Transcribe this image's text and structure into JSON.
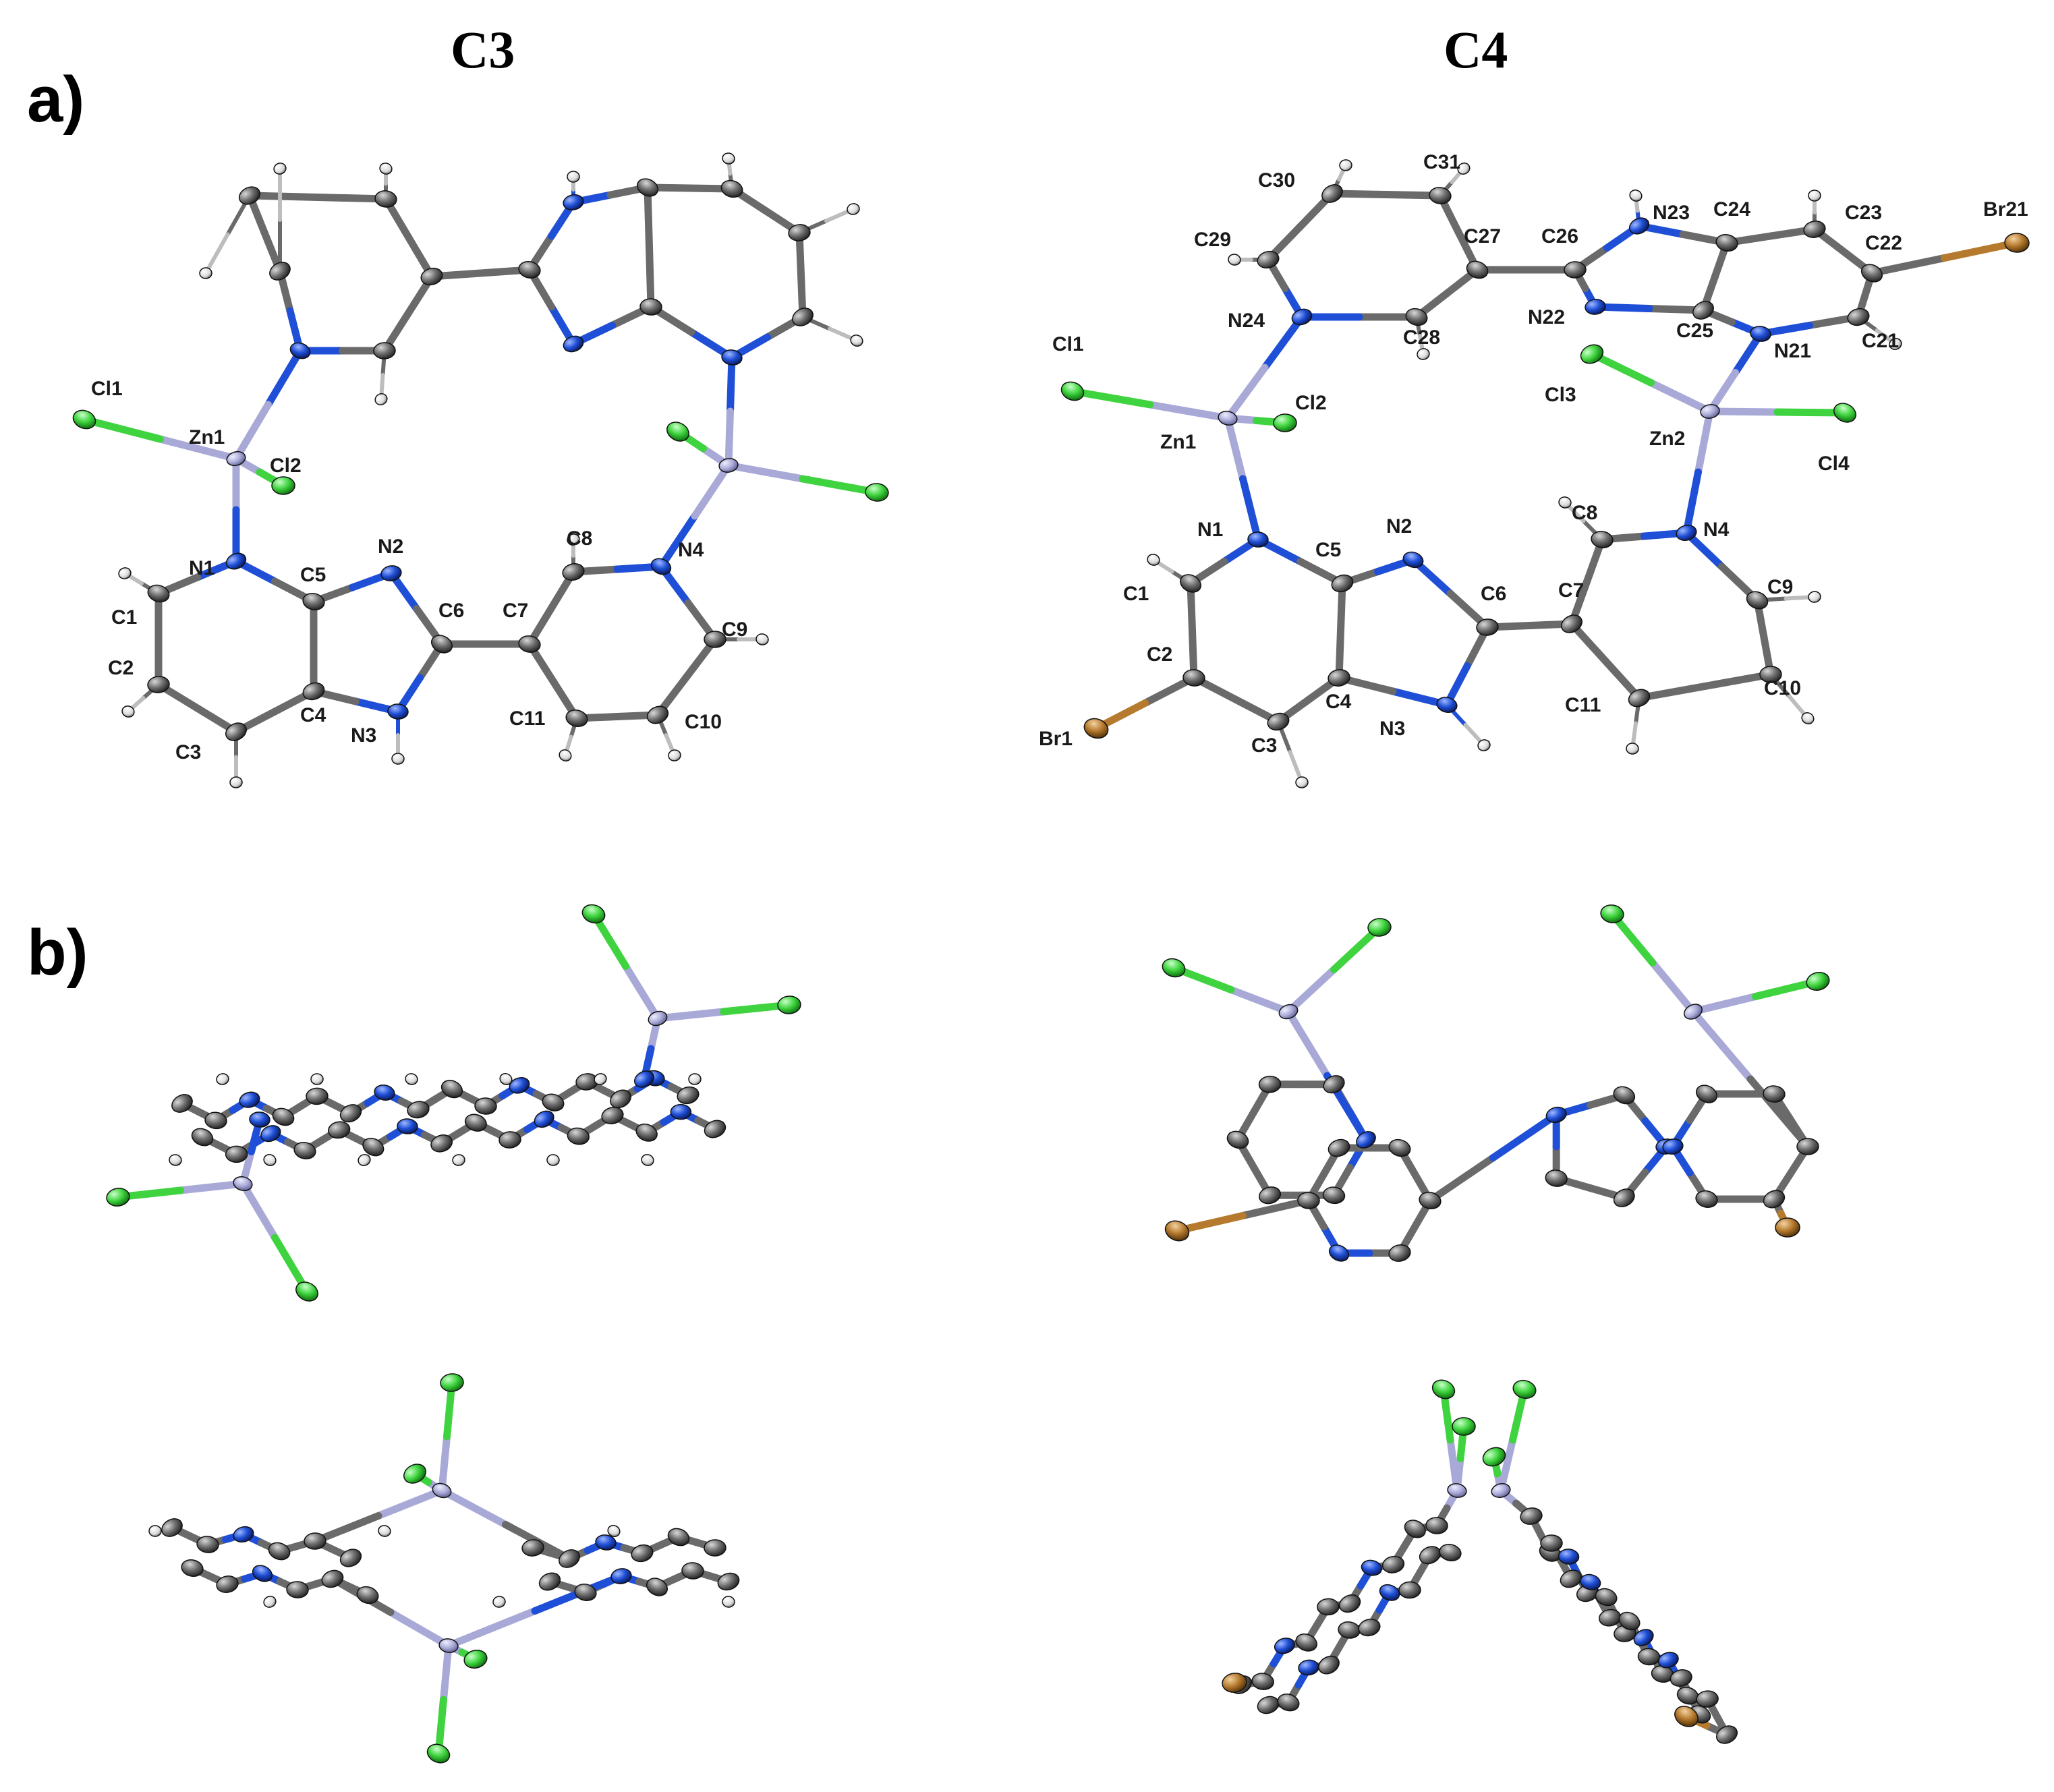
{
  "panels": {
    "a": "a)",
    "b": "b)"
  },
  "titles": {
    "c3": "C3",
    "c4": "C4"
  },
  "colors": {
    "carbon": "#6e6e6e",
    "nitrogen": "#1f4fd6",
    "zinc": "#a9a9d8",
    "chlorine": "#3fd43f",
    "bromine": "#b57a2e",
    "hydrogen": "#e4e4e4",
    "bond": "#6a6a6a"
  },
  "c3_labels": [
    "Cl1",
    "Zn1",
    "Cl2",
    "N1",
    "C5",
    "N2",
    "C6",
    "C7",
    "C8",
    "N4",
    "C9",
    "C1",
    "C2",
    "C3",
    "C4",
    "N3",
    "C11",
    "C10"
  ],
  "c4_labels": [
    "C30",
    "C31",
    "C29",
    "C27",
    "C26",
    "N23",
    "C24",
    "C23",
    "C22",
    "Br21",
    "N24",
    "C28",
    "N22",
    "C25",
    "N21",
    "C21",
    "Cl1",
    "Cl2",
    "Cl3",
    "Zn1",
    "Zn2",
    "Cl4",
    "N1",
    "C5",
    "N2",
    "C6",
    "C7",
    "C8",
    "N4",
    "C9",
    "C1",
    "C2",
    "C3",
    "C4",
    "N3",
    "C11",
    "C10",
    "Br1"
  ]
}
